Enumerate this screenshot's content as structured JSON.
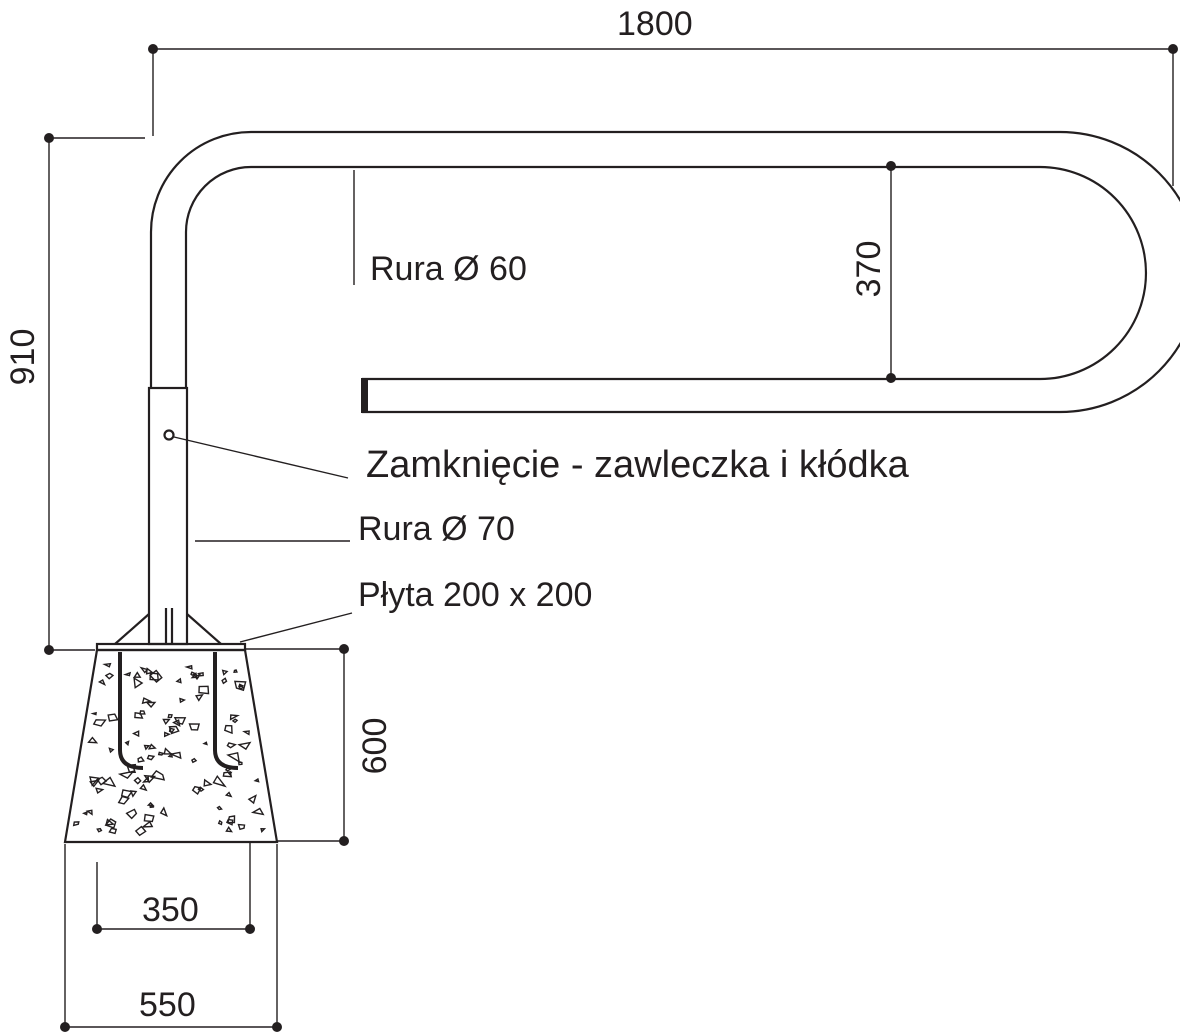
{
  "dimensions": {
    "overall_width": "1800",
    "overall_height": "910",
    "loop_gap": "370",
    "foundation_depth": "600",
    "foundation_bottom_inner": "350",
    "foundation_bottom_outer": "550"
  },
  "labels": {
    "upper_pipe": "Rura Ø 60",
    "lock": "Zamknięcie - zawleczka i kłódka",
    "lower_pipe": "Rura Ø 70",
    "base_plate": "Płyta 200 x 200"
  },
  "colors": {
    "line": "#231f20",
    "background": "#ffffff"
  }
}
